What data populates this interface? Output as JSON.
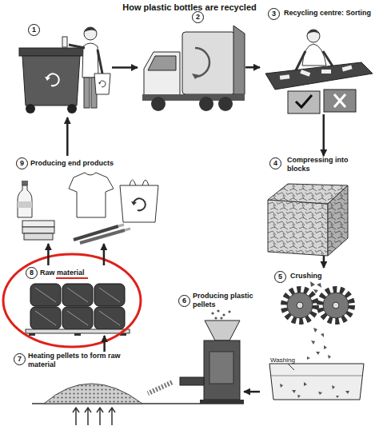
{
  "diagram": {
    "title": "How plastic bottles are recycled",
    "nodes": [
      {
        "text": [
          "1"
        ]
      },
      {
        "text": [
          "2"
        ]
      },
      {
        "text": [
          "3",
          "Recycling centre: Sorting"
        ]
      },
      {
        "text": [
          "4",
          "Compressing into blocks"
        ]
      },
      {
        "text": [
          "5",
          "Crushing"
        ]
      },
      {
        "text": [
          "6",
          "Producing plastic pellets"
        ]
      },
      {
        "text": [
          "7",
          "Heating pellets to form raw material"
        ]
      },
      {
        "text": [
          "8",
          "Raw material"
        ]
      },
      {
        "text": [
          "9",
          "Producing end products"
        ]
      }
    ],
    "edges": [
      {
        "from": 0,
        "to": 1,
        "arrow": "to"
      },
      {
        "from": 1,
        "to": 2,
        "arrow": "to"
      },
      {
        "from": 2,
        "to": 3,
        "arrow": "to"
      },
      {
        "from": 3,
        "to": 4,
        "arrow": "to"
      },
      {
        "from": 4,
        "to": 5,
        "arrow": "to"
      },
      {
        "from": 5,
        "to": 6,
        "arrow": "none"
      },
      {
        "from": 6,
        "to": 7,
        "arrow": "to"
      },
      {
        "from": 7,
        "to": 8,
        "arrow": "to"
      },
      {
        "from": 7,
        "to": 8,
        "arrow": "to"
      },
      {
        "from": 8,
        "to": 0,
        "arrow": "to"
      }
    ],
    "labels": [
      "Washing"
    ]
  }
}
